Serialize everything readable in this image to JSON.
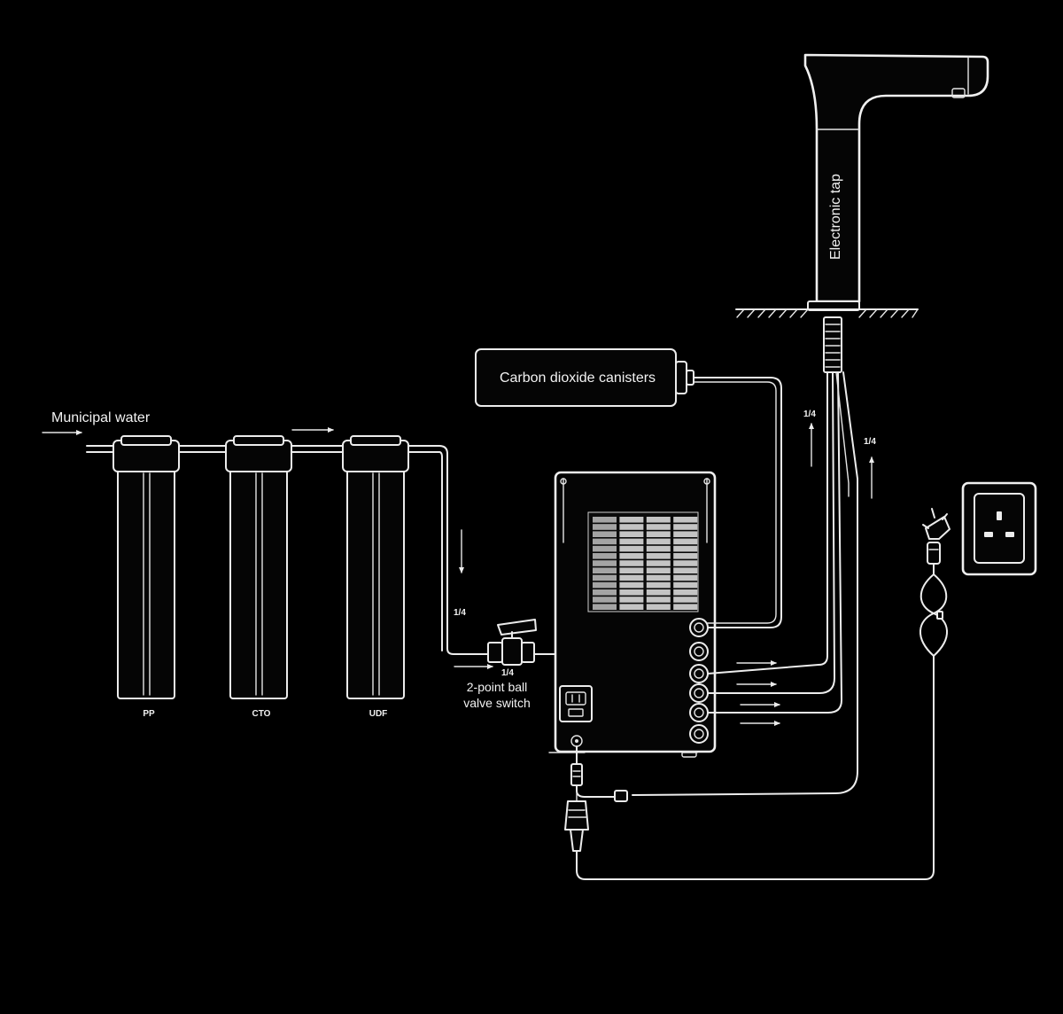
{
  "labels": {
    "municipal_water": "Municipal water",
    "co2": "Carbon dioxide canisters",
    "tap": "Electronic tap",
    "ball_valve_line1": "2-point ball",
    "ball_valve_line2": "valve switch",
    "quarter_inch": "1/4"
  },
  "filters": [
    {
      "label": "PP"
    },
    {
      "label": "CTO"
    },
    {
      "label": "UDF"
    }
  ],
  "colors": {
    "background": "#000000",
    "line": "#ececec",
    "text": "#f2f2f2"
  }
}
